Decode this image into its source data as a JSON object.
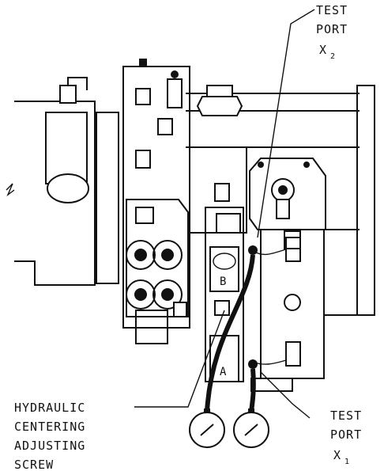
{
  "labels": {
    "test_port_x2_line1": "TEST",
    "test_port_x2_line2": "PORT",
    "test_port_x2_line3": "X",
    "test_port_x2_sub": "2",
    "test_port_x1_line1": "TEST",
    "test_port_x1_line2": "PORT",
    "test_port_x1_line3": "X",
    "test_port_x1_sub": "1",
    "screw_line1": "HYDRAULIC",
    "screw_line2": "CENTERING",
    "screw_line3": "ADJUSTING",
    "screw_line4": "SCREW",
    "marker_a": "A",
    "marker_b": "B"
  }
}
